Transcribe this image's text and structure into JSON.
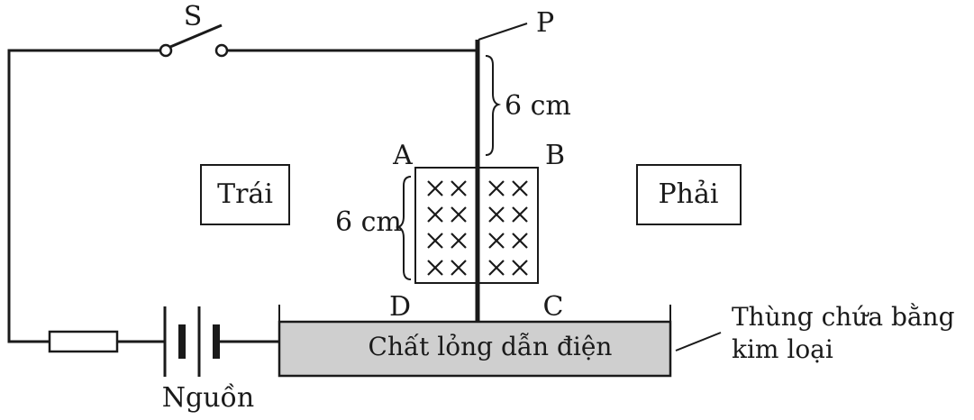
{
  "labels": {
    "switch": "S",
    "rod": "P",
    "distance_top": "6 cm",
    "distance_side": "6 cm",
    "corner_a": "A",
    "corner_b": "B",
    "corner_c": "C",
    "corner_d": "D",
    "left_box": "Trái",
    "right_box": "Phải",
    "liquid": "Chất lỏng dẫn điện",
    "tank_line1": "Thùng chứa bằng",
    "tank_line2": "kim loại",
    "source": "Nguồn"
  },
  "field": {
    "symbol": "×",
    "rows": 4,
    "per_side": 2
  },
  "colors": {
    "ink": "#1a1a1a",
    "liquid_fill": "#cfcfcf"
  }
}
